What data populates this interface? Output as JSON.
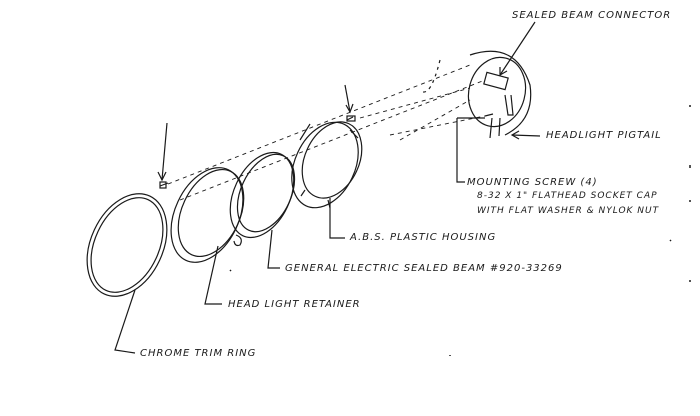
{
  "labels": {
    "connector": "Sealed Beam Connector",
    "pigtail": "Headlight Pigtail",
    "screw_title": "Mounting Screw (4)",
    "screw_spec1": "8-32 x 1\" Flathead Socket Cap",
    "screw_spec2": "With Flat Washer & Nylok Nut",
    "housing": "A.B.S. Plastic Housing",
    "sealed_beam": "General Electric Sealed Beam #920-33269",
    "retainer": "Head Light Retainer",
    "trim_ring": "Chrome Trim Ring"
  },
  "colors": {
    "ink": "#1a1a1a",
    "paper": "#ffffff"
  }
}
